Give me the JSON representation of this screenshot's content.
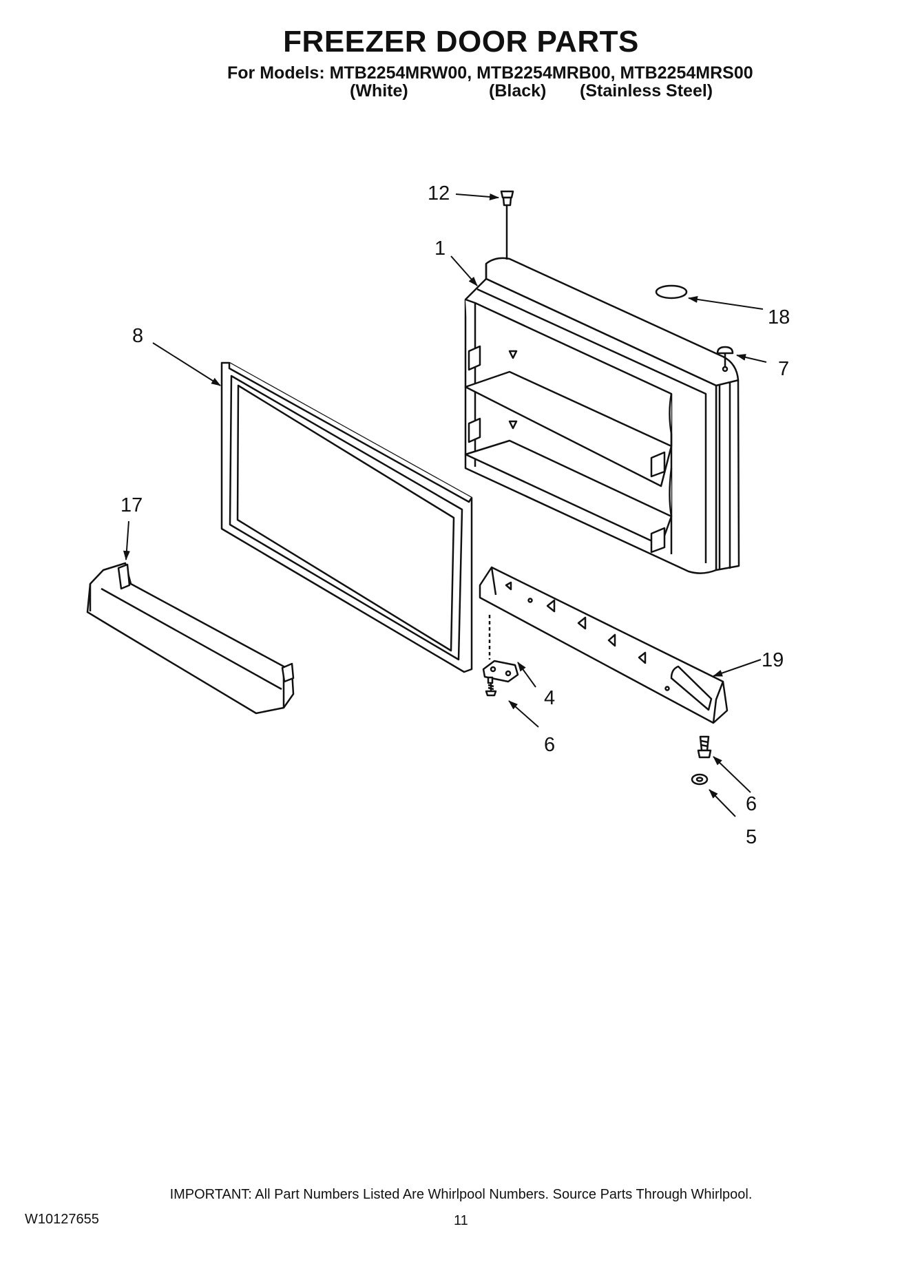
{
  "header": {
    "title": "FREEZER DOOR PARTS",
    "models_line": "For Models: MTB2254MRW00, MTB2254MRB00, MTB2254MRS00",
    "variants": [
      "(White)",
      "(Black)",
      "(Stainless Steel)"
    ]
  },
  "callouts": {
    "c1": "1",
    "c4": "4",
    "c5": "5",
    "c6a": "6",
    "c6b": "6",
    "c7": "7",
    "c8": "8",
    "c12": "12",
    "c17": "17",
    "c18": "18",
    "c19": "19"
  },
  "footer": {
    "note": "IMPORTANT: All Part Numbers Listed Are Whirlpool Numbers. Source Parts Through Whirlpool.",
    "doc_id": "W10127655",
    "page": "11"
  }
}
